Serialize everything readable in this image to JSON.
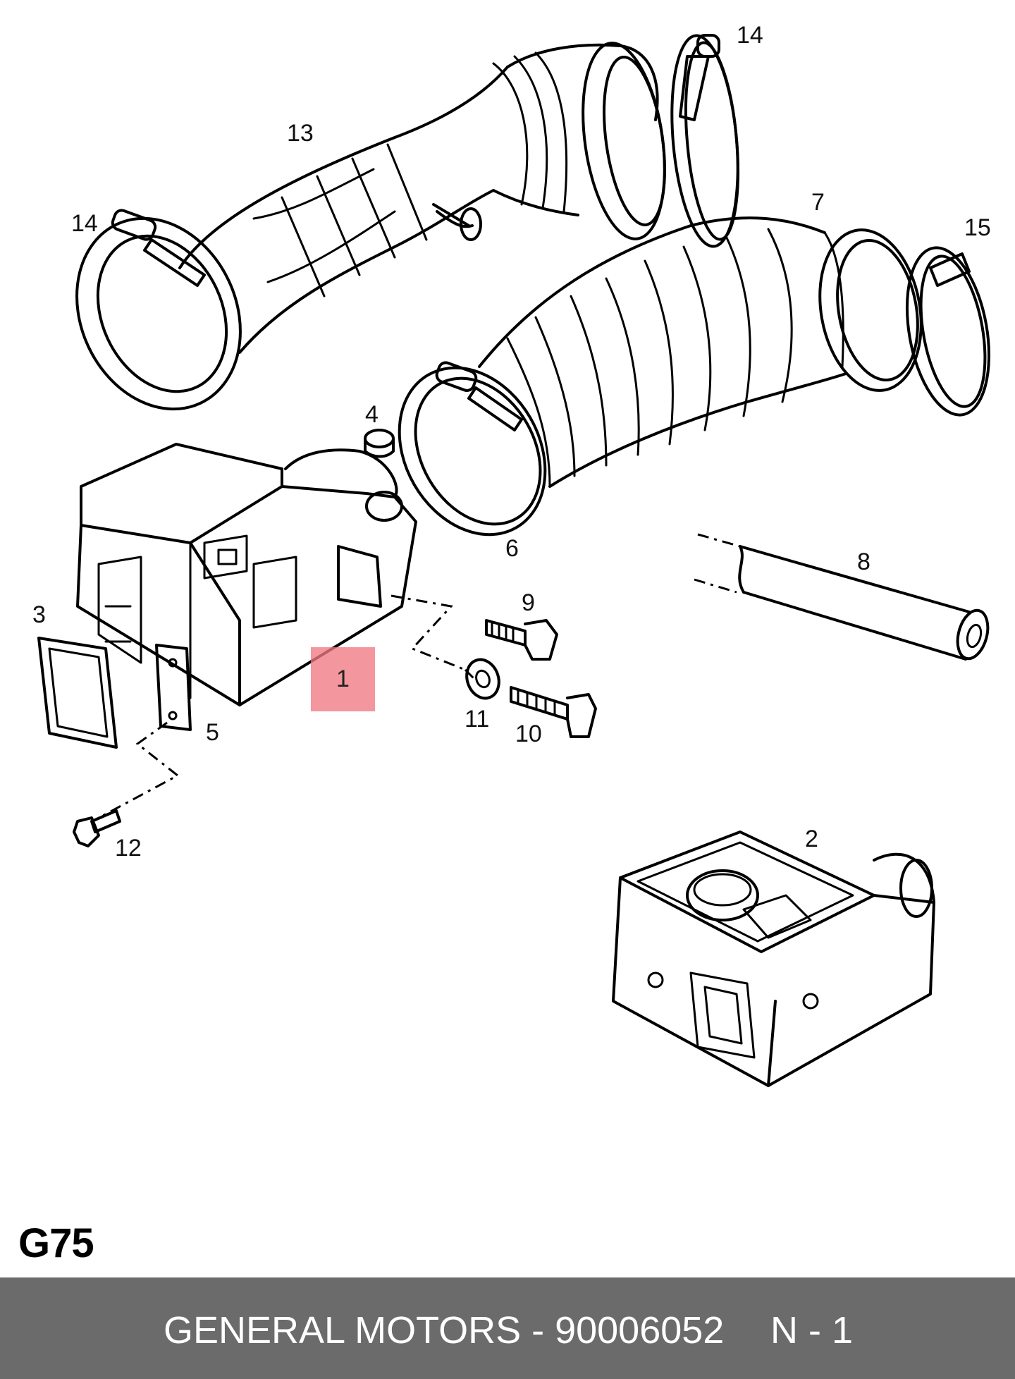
{
  "diagram": {
    "code": "G75",
    "callouts": {
      "c1": "1",
      "c2": "2",
      "c3": "3",
      "c4": "4",
      "c5": "5",
      "c6": "6",
      "c7": "7",
      "c8": "8",
      "c9": "9",
      "c10": "10",
      "c11": "11",
      "c12": "12",
      "c13": "13",
      "c14a": "14",
      "c14b": "14",
      "c15": "15"
    },
    "highlight_color": "#f07882"
  },
  "footer": {
    "brand_part": "GENERAL MOTORS - 90006052",
    "quantity": "N - 1",
    "background": "#6b6b6b"
  }
}
